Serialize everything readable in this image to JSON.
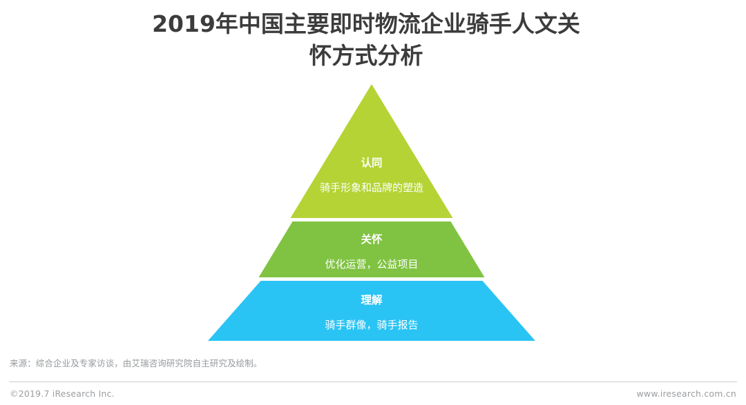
{
  "title": {
    "line1": "2019年中国主要即时物流企业骑手人文关",
    "line2": "怀方式分析"
  },
  "colors": {
    "tier_top": "#b5d334",
    "tier_middle": "#80c342",
    "tier_bottom": "#2ac4f4",
    "title_text": "#3c3c3c",
    "tier_text": "#ffffff",
    "footer_text": "#9a9da0",
    "source_text": "#96999c",
    "rule": "#c9cccf",
    "background": "#ffffff"
  },
  "pyramid": {
    "tiers": [
      {
        "level": "top",
        "heading": "认同",
        "subtitle": "骑手形象和品牌的塑造",
        "color": "#b5d334"
      },
      {
        "level": "middle",
        "heading": "关怀",
        "subtitle": "优化运营，公益项目",
        "color": "#80c342"
      },
      {
        "level": "bottom",
        "heading": "理解",
        "subtitle": "骑手群像，骑手报告",
        "color": "#2ac4f4"
      }
    ]
  },
  "source": {
    "note": "来源：综合企业及专家访谈，由艾瑞咨询研究院自主研究及绘制。"
  },
  "footer": {
    "copyright": "©2019.7 iResearch Inc.",
    "website": "www.iresearch.com.cn"
  }
}
